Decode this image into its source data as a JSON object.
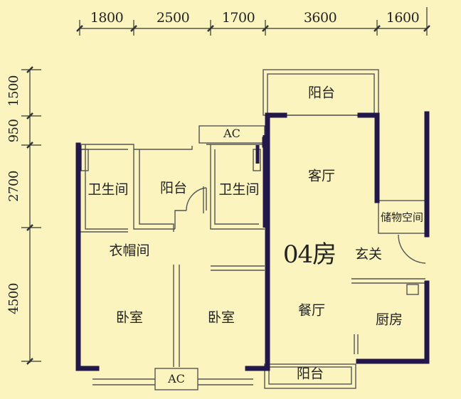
{
  "dimensions": {
    "top": [
      "1800",
      "2500",
      "1700",
      "3600",
      "1600"
    ],
    "left": [
      "1500",
      "950",
      "2700",
      "4500"
    ]
  },
  "rooms": {
    "balcony_top": "阳台",
    "ac_top": "AC",
    "bathroom_left": "卫生间",
    "balcony_mid": "阳台",
    "bathroom_right": "卫生间",
    "living_room": "客厅",
    "storage": "储物空间",
    "cloakroom": "衣帽间",
    "unit_label": "04房",
    "foyer": "玄关",
    "bedroom_left": "卧室",
    "bedroom_right": "卧室",
    "dining_room": "餐厅",
    "kitchen": "厨房",
    "ac_bottom": "AC",
    "balcony_bottom": "阳台"
  }
}
